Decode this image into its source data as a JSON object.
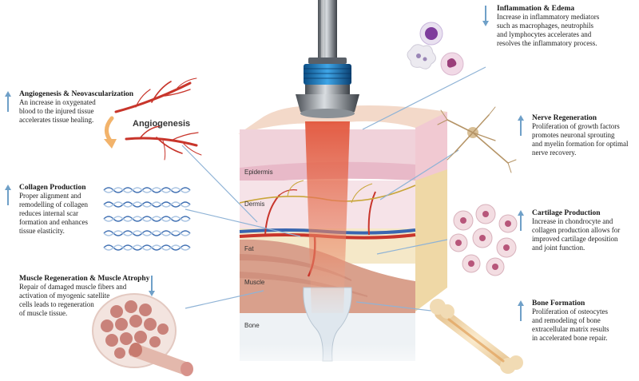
{
  "colors": {
    "arrow": "#6fa0c8",
    "pointer": "#8fb3d6",
    "epidermis": "#f0d2da",
    "dermis": "#f6dde4",
    "fat": "#f5e8c8",
    "muscle": "#d9a08c",
    "bone": "#e8eef3",
    "laser": "#e2553b"
  },
  "layers": {
    "epidermis": "Epidermis",
    "dermis": "Dermis",
    "fat": "Fat",
    "muscle": "Muscle",
    "bone": "Bone"
  },
  "angiogenesis_label": "Angiogenesis",
  "sections": {
    "angiogenesis": {
      "title": "Angiogenesis & Neovascularization",
      "direction": "up",
      "lines": [
        "An increase in oxygenated",
        "blood to the injured tissue",
        "accelerates tissue healing."
      ]
    },
    "collagen": {
      "title": "Collagen Production",
      "direction": "up",
      "lines": [
        "Proper alignment and",
        "remodelling of collagen",
        "reduces internal scar",
        "formation and enhances",
        "tissue elasticity."
      ]
    },
    "muscle": {
      "title": "Muscle Regeneration & Muscle Atrophy",
      "direction": "down",
      "lines": [
        "Repair of damaged muscle fibers and",
        "activation of myogenic satellite",
        "cells leads to regeneration",
        "of muscle tissue."
      ]
    },
    "inflammation": {
      "title": "Inflammation & Edema",
      "direction": "down",
      "lines": [
        "Increase in inflammatory mediators",
        "such as macrophages, neutrophils",
        "and lymphocytes accelerates and",
        "resolves the inflammatory process."
      ]
    },
    "nerve": {
      "title": "Nerve Regeneration",
      "direction": "up",
      "lines": [
        "Proliferation of growth factors",
        "promotes neuronal sprouting",
        "and myelin formation for optimal",
        "nerve recovery."
      ]
    },
    "cartilage": {
      "title": "Cartilage Production",
      "direction": "up",
      "lines": [
        "Increase in chondrocyte and",
        "collagen production allows for",
        "improved cartilage deposition",
        "and joint function."
      ]
    },
    "bone": {
      "title": "Bone Formation",
      "direction": "up",
      "lines": [
        "Proliferation of osteocytes",
        "and remodeling of bone",
        "extracellular matrix results",
        "in accelerated bone repair."
      ]
    }
  }
}
